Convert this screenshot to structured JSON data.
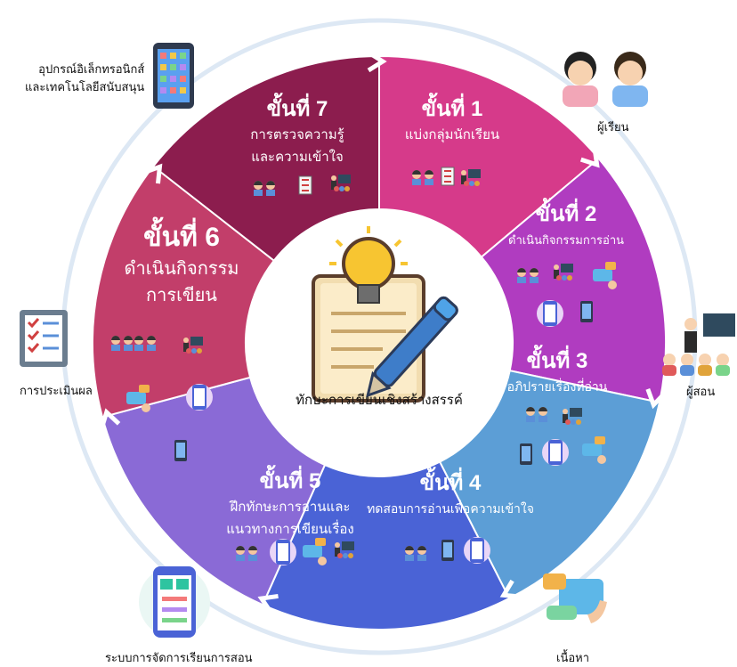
{
  "center": {
    "title": "ทักษะการเขียนเชิงสร้างสรรค์"
  },
  "steps": [
    {
      "title": "ขั้นที่ 1",
      "subtitle": [
        "แบ่งกลุ่มนักเรียน"
      ],
      "color": "#d63a8a"
    },
    {
      "title": "ขั้นที่ 2",
      "subtitle": [
        "ดำเนินกิจกรรมการอ่าน"
      ],
      "color": "#b03cc0"
    },
    {
      "title": "ขั้นที่ 3",
      "subtitle": [
        "อภิปรายเรื่องที่อ่าน"
      ],
      "color": "#5c9ed6"
    },
    {
      "title": "ขั้นที่ 4",
      "subtitle": [
        "ทดสอบการอ่านเพื่อความเข้าใจ"
      ],
      "color": "#4a63d6"
    },
    {
      "title": "ขั้นที่ 5",
      "subtitle": [
        "ฝึกทักษะการอ่านและ",
        "แนวทางการเขียนเรื่อง"
      ],
      "color": "#8a6ad6"
    },
    {
      "title": "ขั้นที่ 6",
      "subtitle": [
        "ดำเนินกิจกรรม",
        "การเขียน"
      ],
      "color": "#c23e6a"
    },
    {
      "title": "ขั้นที่ 7",
      "subtitle": [
        "การตรวจความรู้",
        "และความเข้าใจ"
      ],
      "color": "#8c1d4e"
    }
  ],
  "external": {
    "devices": "อุปกรณ์อิเล็กทรอนิกส์\nและเทคโนโลยีสนับสนุน",
    "learners": "ผู้เรียน",
    "teacher": "ผู้สอน",
    "content": "เนื้อหา",
    "lms": "ระบบการจัดการเรียนการสอน",
    "evaluation": "การประเมินผล"
  },
  "colors": {
    "ring": "#dde8f4",
    "hub_bg": "#ffffff",
    "notepad": "#f2ddb0",
    "bulb": "#f7c531",
    "pencil": "#3e7dc9"
  }
}
